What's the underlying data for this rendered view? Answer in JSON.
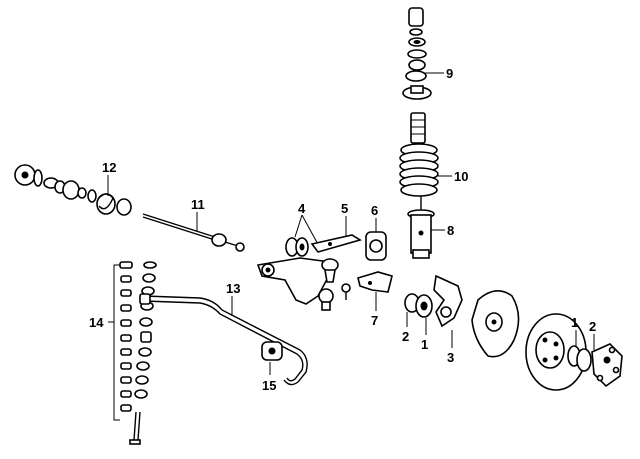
{
  "callouts": {
    "c1a": "1",
    "c1b": "1",
    "c2a": "2",
    "c2b": "2",
    "c3": "3",
    "c4": "4",
    "c5": "5",
    "c6": "6",
    "c7": "7",
    "c8": "8",
    "c9": "9",
    "c10": "10",
    "c11": "11",
    "c12": "12",
    "c13": "13",
    "c14": "14",
    "c15": "15"
  }
}
